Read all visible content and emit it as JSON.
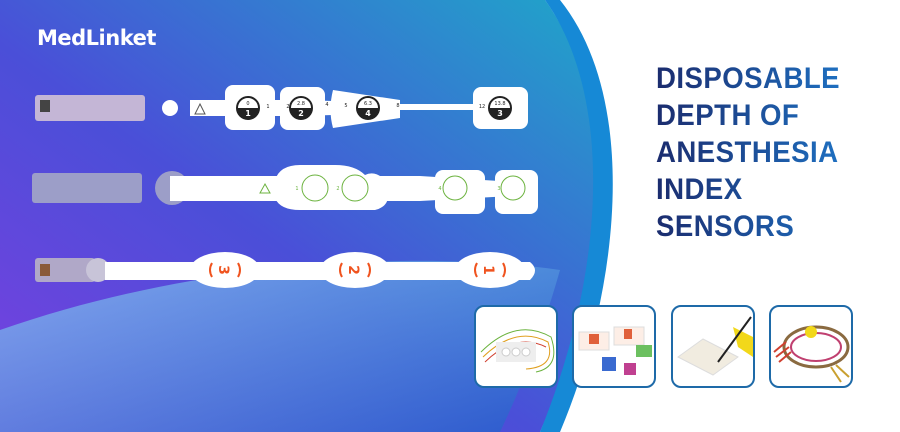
{
  "brand": {
    "logo": "MedLinket"
  },
  "headline": {
    "lines": [
      "DISPOSABLE",
      "DEPTH OF",
      "ANESTHESIA",
      "INDEX",
      "SENSORS"
    ]
  },
  "colors": {
    "accent": "#1e6aa8",
    "title": "#1b2c6e",
    "orange": "#f0531e",
    "green": "#6cb33f"
  },
  "sensor1": {
    "scale": [
      "0",
      "1",
      "2",
      "2.8",
      "4",
      "5",
      "6.3",
      "8",
      "12",
      "13.8"
    ],
    "pads": [
      "1",
      "2",
      "4",
      "3"
    ]
  },
  "sensor2": {
    "pads": [
      "1",
      "2",
      "4",
      "3"
    ]
  },
  "sensor3": {
    "pads": [
      "3",
      "2",
      "1"
    ]
  },
  "thumbnails": [
    {
      "name": "ecg-electrode-leads"
    },
    {
      "name": "neonatal-sensors"
    },
    {
      "name": "electrosurgical-pad"
    },
    {
      "name": "eeg-cup-electrodes"
    }
  ]
}
